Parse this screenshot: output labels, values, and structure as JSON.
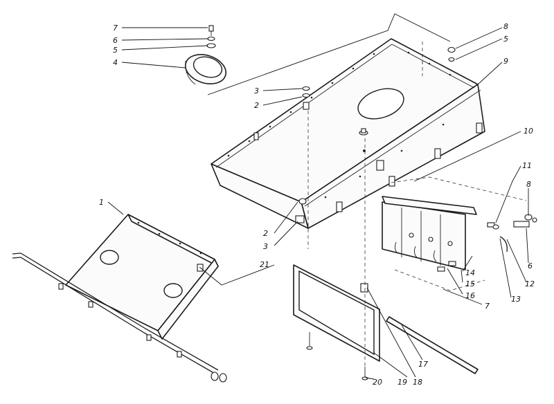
{
  "callouts": [
    {
      "id": "c7a",
      "text": "7"
    },
    {
      "id": "c6a",
      "text": "6"
    },
    {
      "id": "c5a",
      "text": "5"
    },
    {
      "id": "c4",
      "text": "4"
    },
    {
      "id": "c3a",
      "text": "3"
    },
    {
      "id": "c2a",
      "text": "2"
    },
    {
      "id": "c8a",
      "text": "8"
    },
    {
      "id": "c5b",
      "text": "5"
    },
    {
      "id": "c9",
      "text": "9"
    },
    {
      "id": "c10",
      "text": "10"
    },
    {
      "id": "c11",
      "text": "11"
    },
    {
      "id": "c8b",
      "text": "8"
    },
    {
      "id": "c1",
      "text": "1"
    },
    {
      "id": "c2b",
      "text": "2"
    },
    {
      "id": "c3b",
      "text": "3"
    },
    {
      "id": "c21",
      "text": "21"
    },
    {
      "id": "c14",
      "text": "14"
    },
    {
      "id": "c15",
      "text": "15"
    },
    {
      "id": "c16",
      "text": "16"
    },
    {
      "id": "c7b",
      "text": "7"
    },
    {
      "id": "c6b",
      "text": "6"
    },
    {
      "id": "c12",
      "text": "12"
    },
    {
      "id": "c13",
      "text": "13"
    },
    {
      "id": "c17",
      "text": "17"
    },
    {
      "id": "c18",
      "text": "18"
    },
    {
      "id": "c19",
      "text": "19"
    },
    {
      "id": "c20",
      "text": "20"
    }
  ]
}
